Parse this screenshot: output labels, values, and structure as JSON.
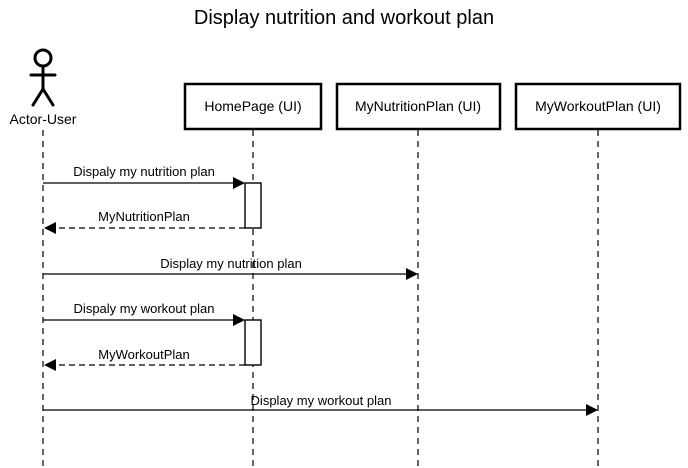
{
  "diagram": {
    "title": "Display nutrition and workout plan",
    "actor": {
      "name": "Actor-User"
    },
    "participants": [
      {
        "id": "home",
        "name": "HomePage (UI)"
      },
      {
        "id": "nutrition",
        "name": "MyNutritionPlan (UI)"
      },
      {
        "id": "workout",
        "name": "MyWorkoutPlan (UI)"
      }
    ],
    "messages": [
      {
        "from": "actor",
        "to": "home",
        "label": "Dispaly my nutrition plan",
        "kind": "call"
      },
      {
        "from": "home",
        "to": "actor",
        "label": "MyNutritionPlan",
        "kind": "return"
      },
      {
        "from": "actor",
        "to": "nutrition",
        "label": "Display my nutrition plan",
        "kind": "call"
      },
      {
        "from": "actor",
        "to": "home",
        "label": "Dispaly my workout plan",
        "kind": "call"
      },
      {
        "from": "home",
        "to": "actor",
        "label": "MyWorkoutPlan",
        "kind": "return"
      },
      {
        "from": "actor",
        "to": "workout",
        "label": "Display my workout plan",
        "kind": "call"
      }
    ]
  }
}
